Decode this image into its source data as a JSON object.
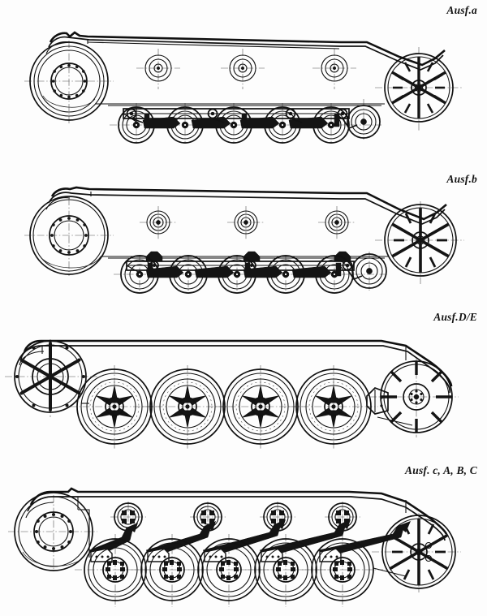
{
  "document": {
    "type": "technical-line-drawing",
    "subject": "Tank running gear / suspension side elevations",
    "background_color": "#fdfdfd",
    "line_color": "#141414",
    "panel_count": 4
  },
  "panels": [
    {
      "id": "panel-a",
      "caption": "Ausf.a",
      "caption_align": "right",
      "running_gear": {
        "idler_type": "large-solid-disc-front",
        "idler_hub": "bolted-ring",
        "drive_sprocket_type": "spoked-rear",
        "drive_sprocket_spokes": 6,
        "return_rollers": 3,
        "road_wheels": 5,
        "road_wheel_style": "small-double-tyre",
        "suspension": "paired-bogies-on-longitudinal-beam"
      }
    },
    {
      "id": "panel-b",
      "caption": "Ausf.b",
      "caption_align": "right",
      "running_gear": {
        "idler_type": "large-solid-disc-front",
        "idler_hub": "bolted-ring",
        "drive_sprocket_type": "spoked-rear",
        "drive_sprocket_spokes": 6,
        "return_rollers": 3,
        "road_wheels": 5,
        "road_wheel_style": "small-double-tyre",
        "suspension": "paired-bogies-on-longitudinal-beam"
      }
    },
    {
      "id": "panel-de",
      "caption": "Ausf.D/E",
      "caption_align": "right",
      "running_gear": {
        "idler_type": "six-spoke-front-idler",
        "idler_hub": "bolt-circle",
        "drive_sprocket_type": "slotted-rear-sprocket",
        "drive_sprocket_spokes": 6,
        "return_rollers": 0,
        "road_wheels": 4,
        "road_wheel_style": "large-six-spoke-riveted-rim",
        "suspension": "leaf-spring-bogie"
      }
    },
    {
      "id": "panel-cabc",
      "caption": "Ausf. c, A, B, C",
      "caption_align": "right",
      "running_gear": {
        "idler_type": "large-solid-disc-front",
        "idler_hub": "bolted-ring",
        "drive_sprocket_type": "spoked-rear",
        "drive_sprocket_spokes": 6,
        "return_rollers": 4,
        "road_wheels": 5,
        "road_wheel_style": "large-solid-disc-splined-hub",
        "suspension": "leaf-spring-swing-arm-bogies"
      }
    }
  ]
}
